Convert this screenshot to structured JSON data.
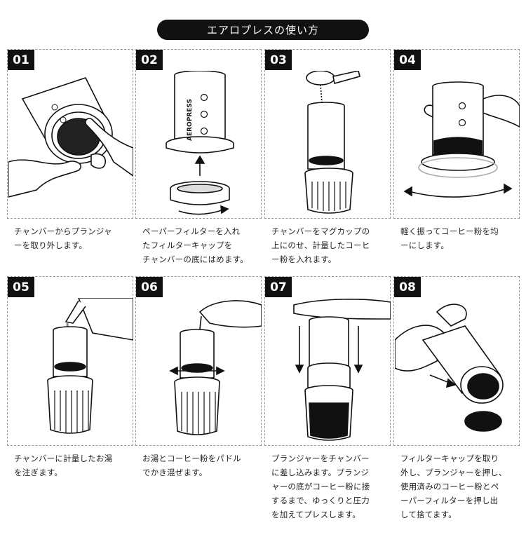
{
  "header": {
    "title": "エアロプレスの使い方"
  },
  "steps": [
    {
      "number": "01",
      "caption": "チャンバーからプランジャ\nーを取り外します。"
    },
    {
      "number": "02",
      "caption": "ペーパーフィルターを入れ\nたフィルターキャップを\nチャンバーの底にはめます。"
    },
    {
      "number": "03",
      "caption": "チャンバーをマグカップの\n上にのせ、計量したコーヒ\nー粉を入れます。"
    },
    {
      "number": "04",
      "caption": "軽く振ってコーヒー粉を均\nーにします。"
    },
    {
      "number": "05",
      "caption": "チャンバーに計量したお湯\nを注ぎます。"
    },
    {
      "number": "06",
      "caption": "お湯とコーヒー粉をパドル\nでかき混ぜます。"
    },
    {
      "number": "07",
      "caption": "プランジャーをチャンバー\nに差し込みます。プランジ\nャーの底がコーヒー粉に接\nするまで、ゆっくりと圧力\nを加えてプレスします。"
    },
    {
      "number": "08",
      "caption": "フィルターキャップを取り\n外し、プランジャーを押し、\n使用済みのコーヒー粉とペ\nーパーフィルターを押し出\nして捨てます。"
    }
  ],
  "brand": {
    "logo_text": "AEROPRESS"
  },
  "colors": {
    "ink": "#111111",
    "border": "#9a9a9a",
    "background": "#ffffff"
  }
}
